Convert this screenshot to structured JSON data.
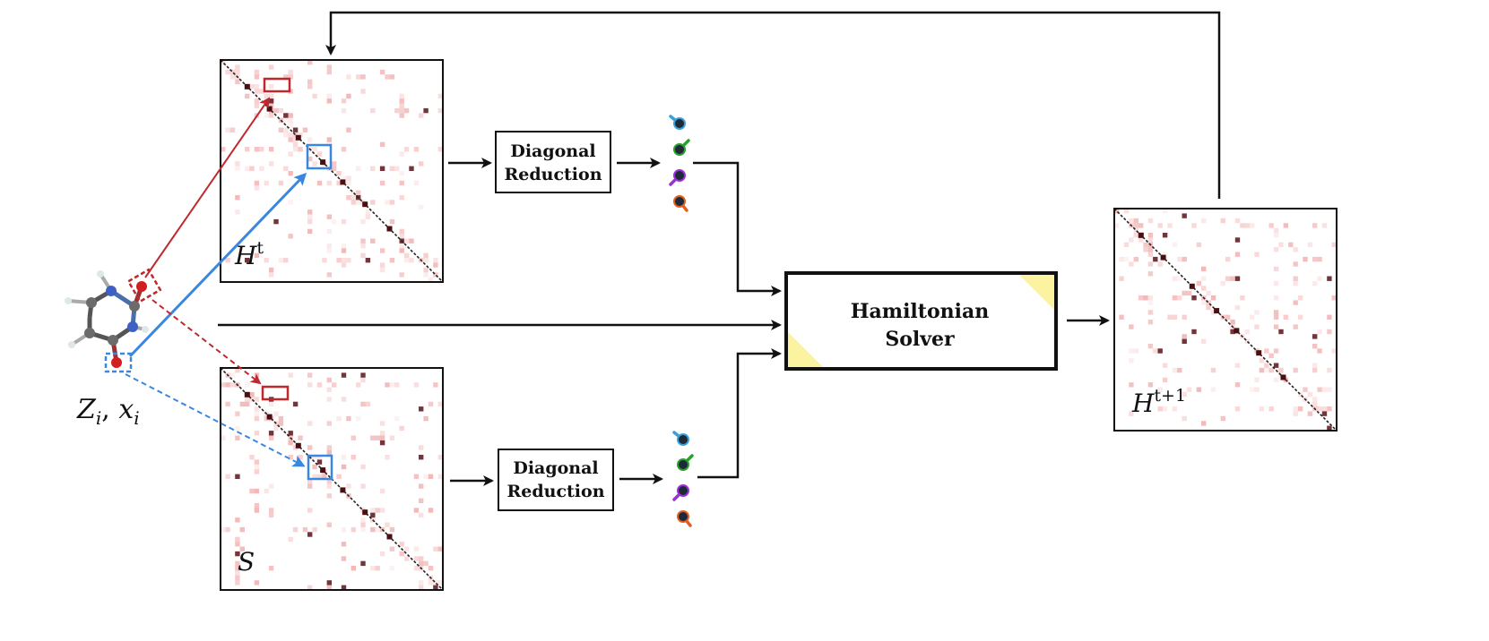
{
  "diagram": {
    "inputs_label": {
      "z": "Z",
      "z_sub": "i",
      "x": "x",
      "x_sub": "i",
      "sep": ", "
    },
    "matrices": {
      "hamiltonian_in": {
        "base": "H",
        "sup": "t"
      },
      "overlap": {
        "base": "S"
      },
      "hamiltonian_out": {
        "base": "H",
        "sup": "t+1"
      }
    },
    "blocks": {
      "reduction_top": {
        "line1": "Diagonal",
        "line2": "Reduction"
      },
      "reduction_bottom": {
        "line1": "Diagonal",
        "line2": "Reduction"
      },
      "solver": {
        "line1": "Hamiltonian",
        "line2": "Solver"
      }
    },
    "colors": {
      "red_highlight": "#c0282d",
      "blue_highlight": "#3a87e0",
      "arrow": "#111111",
      "solver_corner": "#fbf3a0",
      "heatmap_tint": "#e35a5a",
      "heatmap_dark": "#4a0f12"
    }
  }
}
